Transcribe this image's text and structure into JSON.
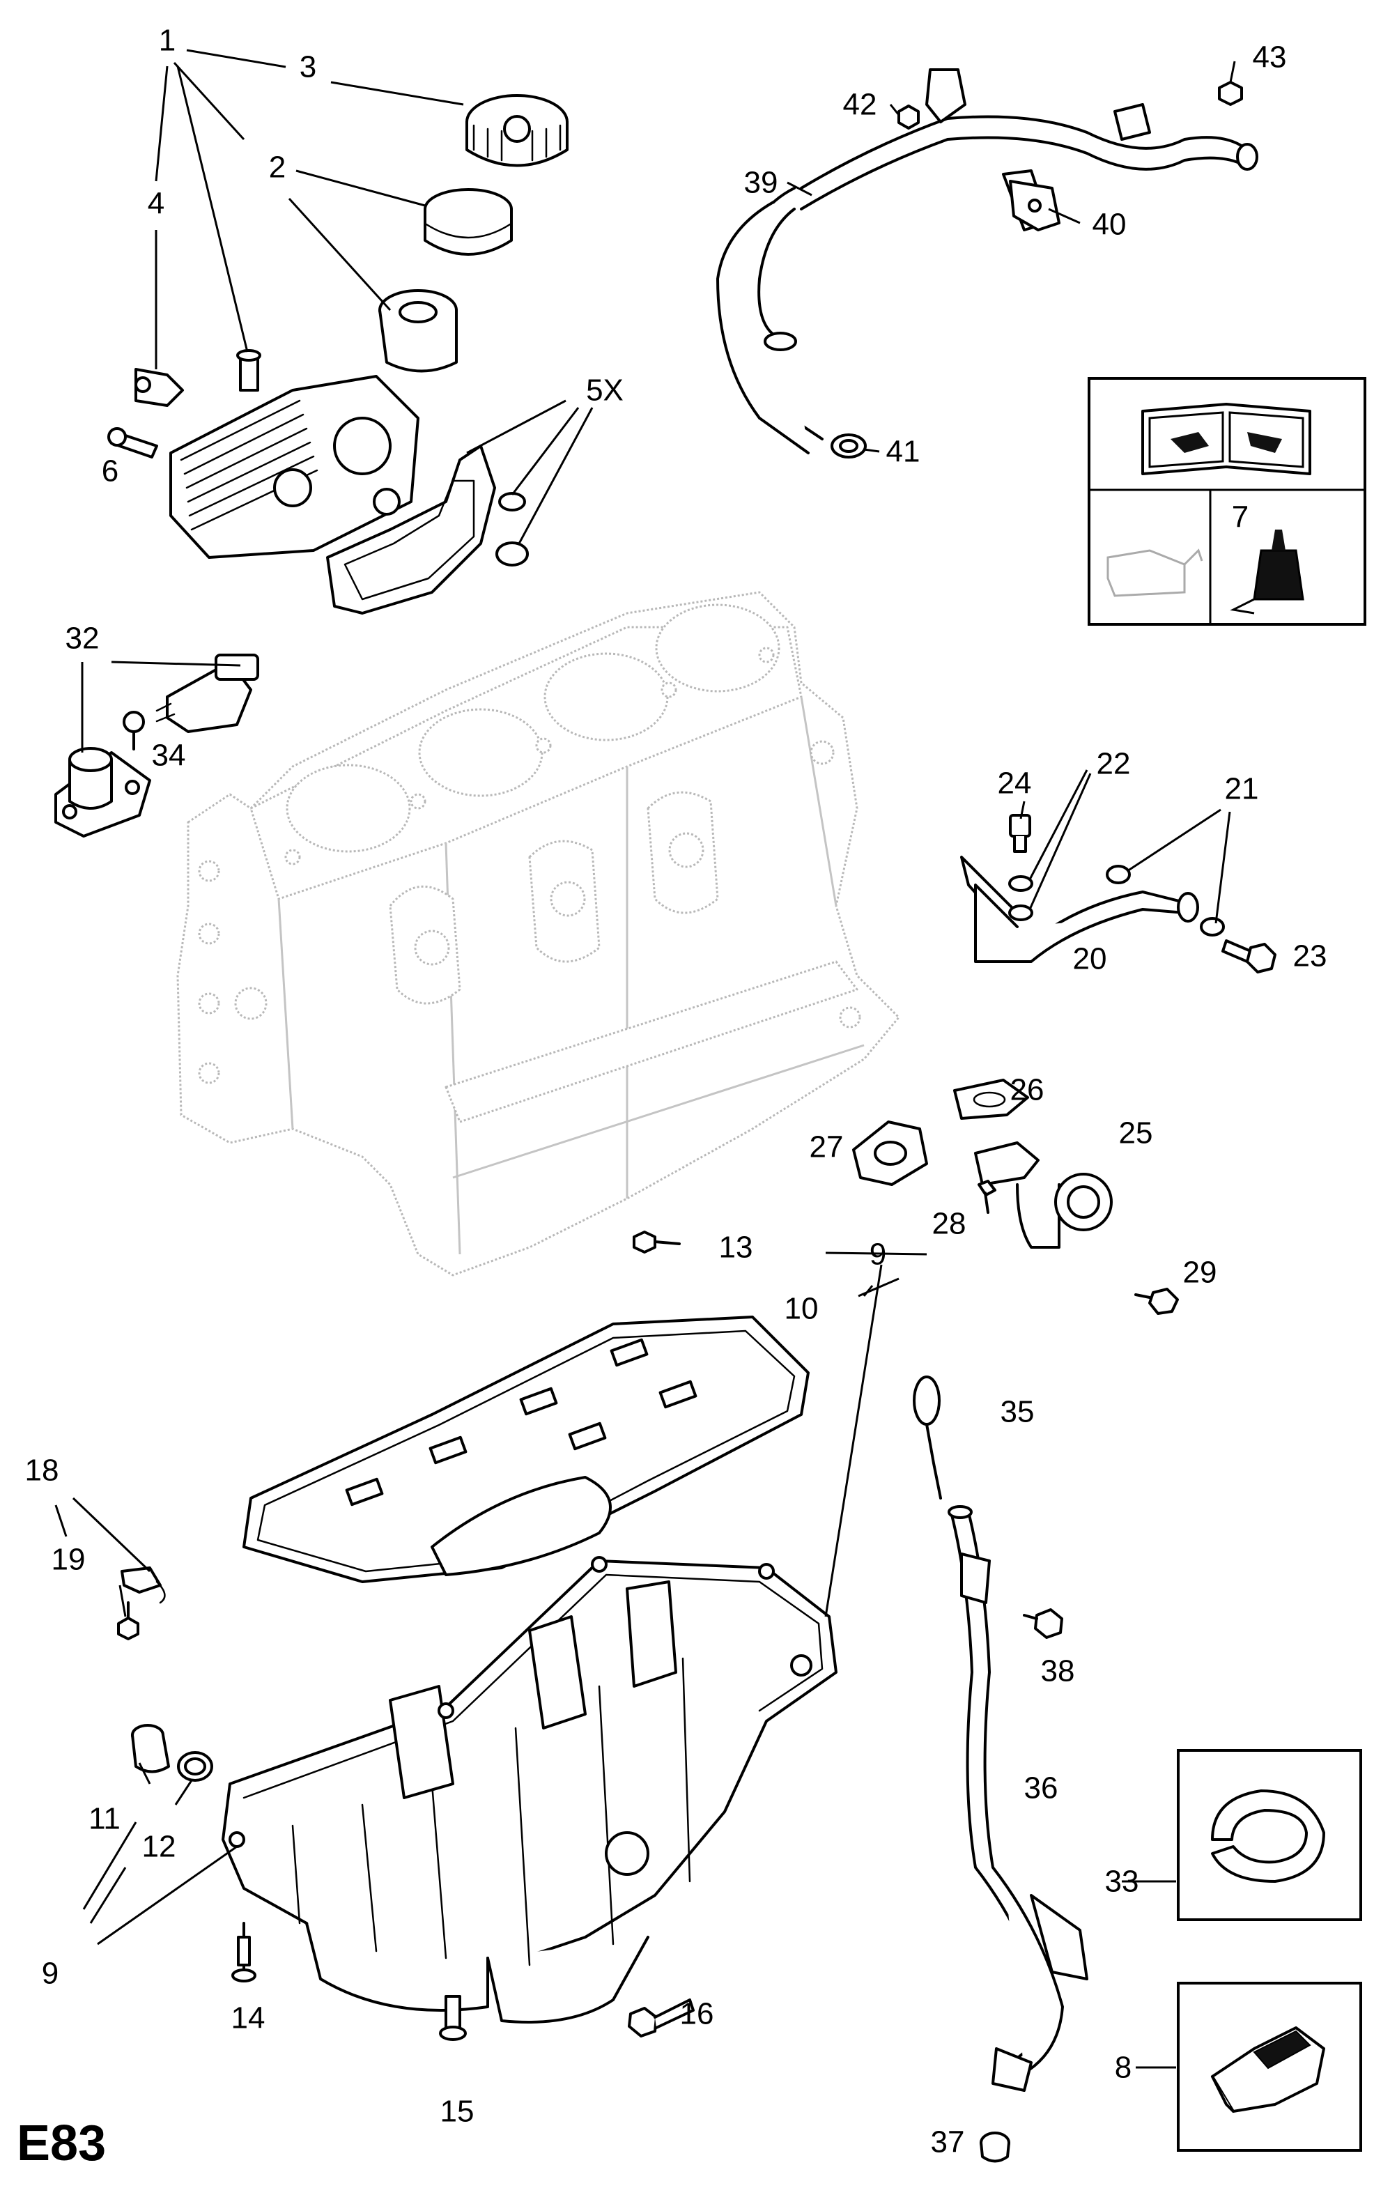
{
  "page_code": "E83",
  "callouts": {
    "c1": "1",
    "c2": "2",
    "c3": "3",
    "c4": "4",
    "c5x": "5X",
    "c6": "6",
    "c7": "7",
    "c8": "8",
    "c9a": "9",
    "c9b": "9",
    "c10": "10",
    "c11": "11",
    "c12": "12",
    "c13": "13",
    "c14": "14",
    "c15": "15",
    "c16": "16",
    "c18": "18",
    "c19": "19",
    "c20": "20",
    "c21": "21",
    "c22": "22",
    "c23": "23",
    "c24": "24",
    "c25": "25",
    "c26": "26",
    "c27": "27",
    "c28": "28",
    "c29": "29",
    "c32": "32",
    "c33": "33",
    "c34": "34",
    "c35": "35",
    "c36": "36",
    "c37": "37",
    "c38": "38",
    "c39": "39",
    "c40": "40",
    "c41": "41",
    "c42": "42",
    "c43": "43"
  },
  "legend_box": {
    "icons": [
      "workshop-manual-icon",
      "oil-can-icon",
      "sealant-tube-icon"
    ]
  },
  "colors": {
    "line": "#000000",
    "engine_block_ghost": "#b8b8b8",
    "background": "#ffffff"
  }
}
